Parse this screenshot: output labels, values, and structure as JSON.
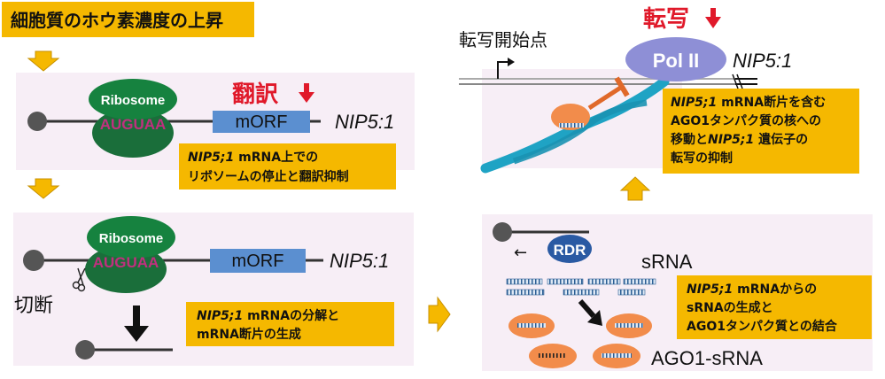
{
  "title": "細胞質のホウ素濃度の上昇",
  "panel1": {
    "ribosome": "Ribosome",
    "codons": "AUGUAA",
    "morf": "mORF",
    "gene": "NIP5:1",
    "red_label": "翻訳",
    "note_italic": "NIP5;1",
    "note_line1_rest": " mRNA上での",
    "note_line2": "リボソームの停止と翻訳抑制"
  },
  "panel2": {
    "ribosome": "Ribosome",
    "codons": "AUGUAA",
    "morf": "mORF",
    "gene": "NIP5:1",
    "cut_label": "切断",
    "note_italic": "NIP5;1",
    "note_line1_rest": " mRNAの分解と",
    "note_line2": "mRNA断片の生成"
  },
  "panel3": {
    "rdr": "RDR",
    "srna": "sRNA",
    "ago": "AGO1-sRNA",
    "note_italic": "NIP5;1",
    "note_line1_rest": " mRNAからの",
    "note_line2": "sRNAの生成と",
    "note_line3": "AGO1タンパク質との結合"
  },
  "panel4": {
    "tss": "転写開始点",
    "red_label": "転写",
    "polii": "Pol II",
    "gene": "NIP5:1",
    "note_italic1": "NIP5;1",
    "note_line1_rest": " mRNA断片を含む",
    "note_line2": "AGO1タンパク質の核への",
    "note_line3_pre": "移動と",
    "note_italic2": "NIP5;1",
    "note_line3_post": " 遺伝子の",
    "note_line4": "転写の抑制"
  },
  "colors": {
    "orange": "#f5b800",
    "panel_bg": "#f7eef6",
    "ribosome_green": "#1a6e3a",
    "ribosome_bright": "#16823f",
    "morf_blue": "#5b8fd0",
    "red": "#e0192a",
    "polii_purple": "#8e8fd6",
    "rdr_blue": "#2a5aa3",
    "ago_orange": "#f28c4b",
    "dna_teal": "#1fa3c4"
  }
}
